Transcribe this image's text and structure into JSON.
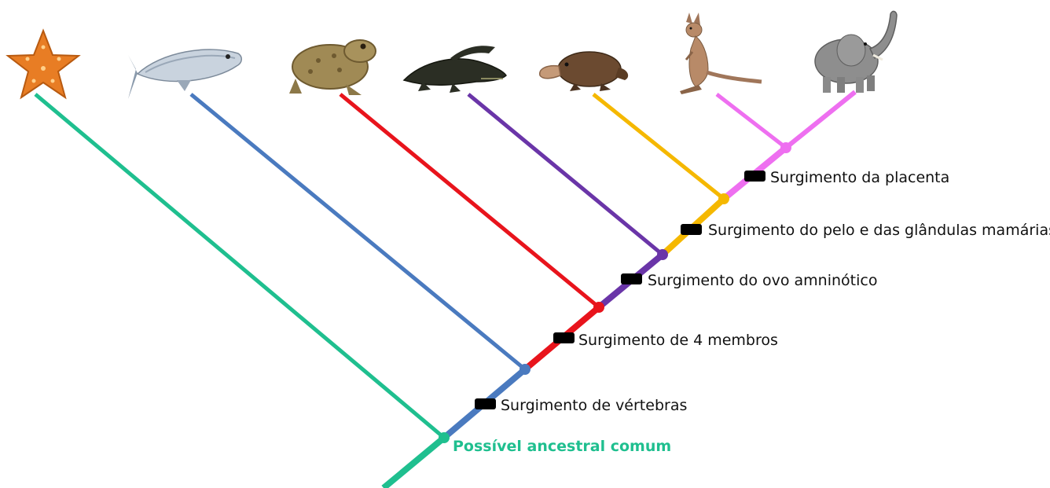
{
  "diagram": {
    "type": "cladogram",
    "taxa": [
      {
        "id": "starfish",
        "icon": "starfish-icon",
        "color": "#1fbf8f"
      },
      {
        "id": "fish",
        "icon": "fish-icon",
        "color": "#4a7abf"
      },
      {
        "id": "toad",
        "icon": "toad-icon",
        "color": "#e8141c"
      },
      {
        "id": "alligator",
        "icon": "alligator-icon",
        "color": "#6a35a8"
      },
      {
        "id": "platypus",
        "icon": "platypus-icon",
        "color": "#f5b800"
      },
      {
        "id": "kangaroo",
        "icon": "kangaroo-icon",
        "color": "#ee6ff0"
      },
      {
        "id": "elephant",
        "icon": "elephant-icon",
        "color": "#ee6ff0"
      }
    ],
    "ancestor_label": "Possível ancestral comum",
    "ancestor_color": "#1fbf8f",
    "traits": [
      {
        "label": "Surgimento de vértebras"
      },
      {
        "label": "Surgimento de 4 membros"
      },
      {
        "label": "Surgimento do ovo amninótico"
      },
      {
        "label": "Surgimento do pelo e das glândulas mamárias"
      },
      {
        "label": "Surgimento da placenta"
      }
    ]
  }
}
